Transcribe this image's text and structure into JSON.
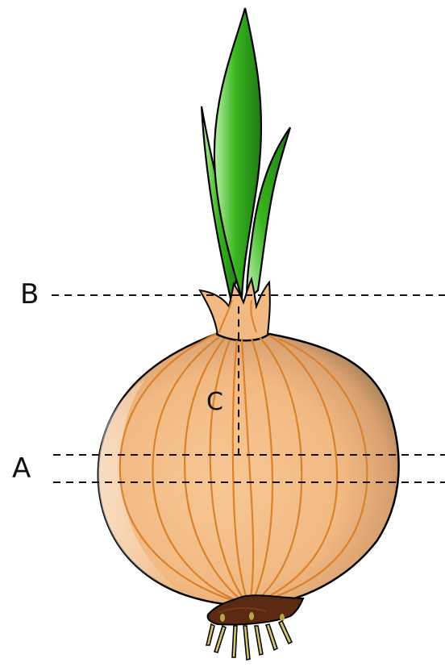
{
  "diagram": {
    "labels": {
      "a": "A",
      "b": "B",
      "c": "C"
    },
    "colors": {
      "leaf_dark": "#1f7a14",
      "leaf_mid": "#39b51f",
      "leaf_light": "#b9f0a8",
      "bulb_fill": "#f4bf8c",
      "bulb_shadow": "#9c7a55",
      "bulb_lines": "#d9822b",
      "base_dark": "#5a2a12",
      "roots": "#b9a64a",
      "dashes": "#111111"
    }
  }
}
